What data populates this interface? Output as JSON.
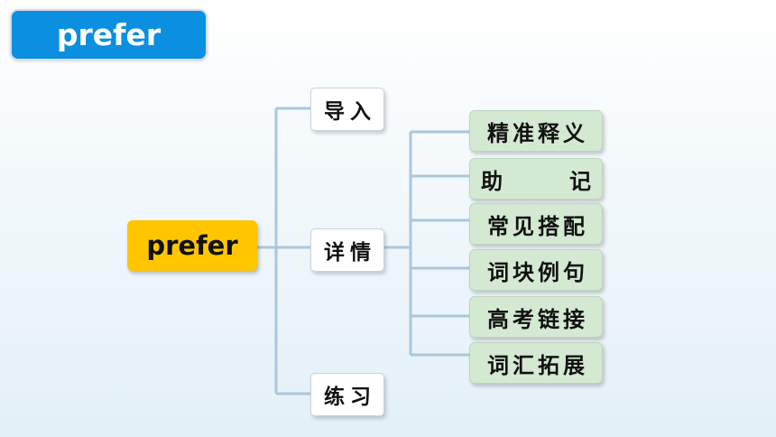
{
  "title": "prefer",
  "root": "prefer",
  "branches": [
    "导入",
    "详情",
    "练习"
  ],
  "details": [
    {
      "label": "精准释义"
    },
    {
      "first": "助",
      "second": "记"
    },
    {
      "label": "常见搭配"
    },
    {
      "label": "词块例句"
    },
    {
      "label": "高考链接"
    },
    {
      "label": "词汇拓展"
    }
  ],
  "colors": {
    "title_bg": "#0b8fe0",
    "root_bg": "#ffc600",
    "leaf_bg": "#d3e9d2",
    "connector": "#aac7dc"
  }
}
